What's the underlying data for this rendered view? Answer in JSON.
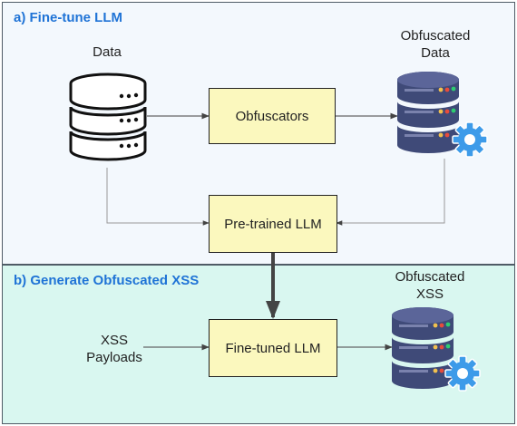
{
  "panels": {
    "a": {
      "title": "a) Fine-tune LLM"
    },
    "b": {
      "title": "b) Generate Obfuscated XSS"
    }
  },
  "nodes": {
    "data": "Data",
    "obfuscators": "Obfuscators",
    "obfuscated_data": [
      "Obfuscated",
      "Data"
    ],
    "pretrained_llm": "Pre-trained LLM",
    "xss_payloads": [
      "XSS",
      "Payloads"
    ],
    "finetuned_llm": "Fine-tuned LLM",
    "obfuscated_xss": [
      "Obfuscated",
      "XSS"
    ]
  },
  "colors": {
    "panel_a_bg": "#f3f8fd",
    "panel_b_bg": "#d9f7f0",
    "title_blue": "#1f73d6",
    "box_yellow": "#fbf8be",
    "db_navy": "#3f4a78",
    "gear_blue": "#3d9be9"
  },
  "icons": {
    "data_source": "database-outline-icon",
    "obfuscated_data": "server-database-gear-icon",
    "obfuscated_xss": "server-database-gear-icon"
  }
}
